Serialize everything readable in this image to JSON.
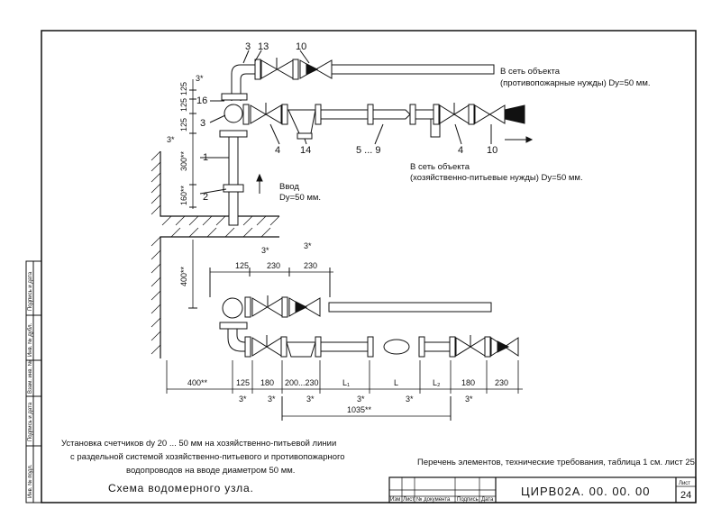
{
  "callouts": {
    "n3": "3",
    "n13": "13",
    "n10": "10",
    "n16": "16",
    "n3b": "3",
    "n1": "1",
    "n2": "2",
    "n4a": "4",
    "n14": "14",
    "n5_9": "5 ... 9",
    "n4b": "4",
    "n10b": "10"
  },
  "dims_top": {
    "star1": "3*",
    "d125a": "125",
    "d125b": "125",
    "d125c": "125",
    "star2": "3*",
    "d300": "300**",
    "d160": "160**"
  },
  "outlet_fire": {
    "line1": "В сеть объекта",
    "line2": "(противопожарные нужды) Dy=50 мм."
  },
  "outlet_water": {
    "line1": "В сеть объекта",
    "line2": "(хозяйственно-питьевые нужды) Dy=50 мм."
  },
  "inlet": {
    "line1": "Ввод",
    "line2": "Dy=50 мм."
  },
  "dims_bottom": {
    "star_a": "3*",
    "star_b": "3*",
    "d125": "125",
    "d230a": "230",
    "d230b": "230",
    "d400v": "400**",
    "row": [
      "400**",
      "125",
      "180",
      "200...230",
      "L₁",
      "L",
      "L₂",
      "180",
      "230"
    ],
    "stars": [
      "3*",
      "3*",
      "3*",
      "3*",
      "3*",
      "3*"
    ],
    "d1035": "1035**"
  },
  "caption": {
    "line1": "Установка счетчиков dy 20 ... 50 мм  на хозяйственно-питьевой линии",
    "line2": "с раздельной  системой хозяйственно-питьевого и противопожарного",
    "line3": "водопроводов на вводе диаметром 50 мм."
  },
  "title": "Схема водомерного узла.",
  "reference_note": "Перечень элементов, технические требования, таблица 1 см. лист 25",
  "stamp": {
    "code": "ЦИРВ02А. 00. 00. 00",
    "sheet_label": "Лист",
    "sheet_no": "24",
    "cols": [
      "Изм",
      "Лист",
      "№ документа",
      "Подпись",
      "Дата"
    ]
  },
  "side_labels": [
    "Подпись и дата",
    "Инв. № дубл.",
    "Взам. инв. №",
    "Подпись и дата",
    "Инв. № подл."
  ]
}
